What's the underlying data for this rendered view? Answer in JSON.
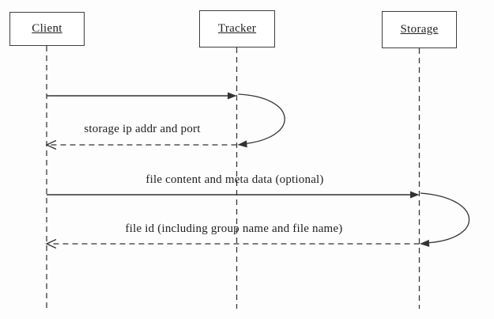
{
  "diagram": {
    "kind": "uml-sequence-diagram",
    "actors": [
      {
        "name": "Client"
      },
      {
        "name": "Tracker"
      },
      {
        "name": "Storage"
      }
    ],
    "messages": [
      {
        "from": "Client",
        "to": "Tracker",
        "line": "solid",
        "label": ""
      },
      {
        "from": "Tracker",
        "to": "Client",
        "line": "dashed",
        "label": "storage ip addr and port"
      },
      {
        "from": "Client",
        "to": "Storage",
        "line": "solid",
        "label": "file content and meta data (optional)"
      },
      {
        "from": "Storage",
        "to": "Client",
        "line": "dashed",
        "label": "file id (including group name and file name)"
      }
    ],
    "processing_arcs": [
      {
        "at": "Tracker",
        "between_messages": [
          1,
          2
        ]
      },
      {
        "at": "Storage",
        "between_messages": [
          3,
          4
        ]
      }
    ],
    "colors": {
      "background": "#fdfdfd",
      "line": "#333333",
      "box_border": "#3e3e3e",
      "box_fill": "#ffffff",
      "text": "#1f1f1f"
    }
  }
}
